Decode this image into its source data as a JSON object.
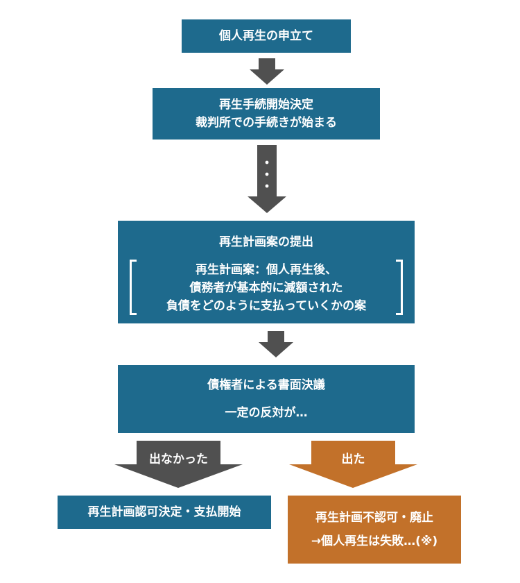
{
  "step1": {
    "text": "個人再生の申立て"
  },
  "step2": {
    "line1": "再生手続開始決定",
    "line2": "裁判所での手続きが始まる"
  },
  "step3": {
    "title": "再生計画案の提出",
    "def_line1": "再生計画案：個人再生後、",
    "def_line2": "債務者が基本的に減額された",
    "def_line3": "負債をどのように支払っていくかの案"
  },
  "step4": {
    "line1": "債権者による書面決議",
    "line2": "一定の反対が…"
  },
  "branch_no": {
    "arrow_label": "出なかった",
    "result": "再生計画認可決定・支払開始"
  },
  "branch_yes": {
    "arrow_label": "出た",
    "result_line1": "再生計画不認可・廃止",
    "result_line2": "→個人再生は失敗…(※)"
  },
  "colors": {
    "box": "#1e6a8d",
    "arrow": "#505050",
    "orange": "#c2712a"
  }
}
